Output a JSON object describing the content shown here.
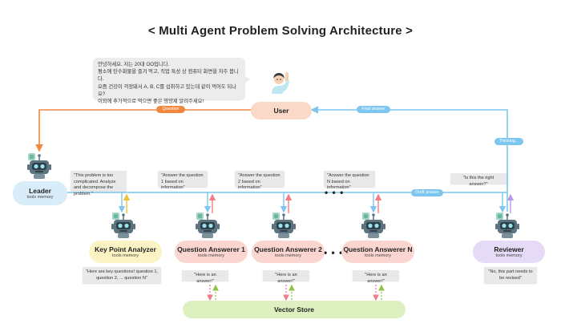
{
  "title": "< Multi Agent  Problem Solving Architecture >",
  "user_message": [
    "안녕하세요.  저는 20대 OO입니다.",
    "평소에 탄수화물을 즐겨 먹고, 직업 특성 상 컴퓨터 화면을 자주 봅니다.",
    "요즘 건강이 걱정돼서 A, B, C를 섭취하고 있는데 같이 먹어도 되나요?",
    "이외에 추가적으로 먹으면 좋은 영양제 알려주세요!"
  ],
  "nodes": {
    "user": {
      "name": "User"
    },
    "leader": {
      "name": "Leader",
      "memory": "tools memory"
    },
    "analyzer": {
      "name": "Key Point Analyzer",
      "memory": "tools memory"
    },
    "qa1": {
      "name": "Question Answerer 1",
      "memory": "tools memory"
    },
    "qa2": {
      "name": "Question Answerer 2",
      "memory": "tools memory"
    },
    "qan": {
      "name": "Question Answerer N",
      "memory": "tools memory"
    },
    "reviewer": {
      "name": "Reviewer",
      "memory": "tools memory"
    },
    "vector_store": {
      "name": "Vector Store"
    }
  },
  "edge_labels": {
    "question": "Question",
    "final_answer": "Final answer",
    "thinking": "Thinking...",
    "draft_answer": "Draft answer"
  },
  "notes": {
    "leader": "\"This problem is too complicated. Analyze and decompose the problem.\"",
    "q1": "\"Answer the question 1 based on information\"",
    "q2": "\"Answer the question 2 based on information\"",
    "qn": "\"Answer the question N based on information\"",
    "reviewer_q": "\"Is this the right answer?\"",
    "analyzer_out": "\"Here are key questions! question 1, question 2, ... question N\"",
    "qa1_out": "\"Here is an answer!\"",
    "qa2_out": "\"Here is an answer!\"",
    "qan_out": "\"Here is an answer!\"",
    "reviewer_out": "\"No, this part needs to be revised\""
  },
  "ellipsis": "• • •",
  "colors": {
    "user_fill": "#fbd9c9",
    "leader_fill": "#d9ecf9",
    "analyzer_fill": "#fcf3c4",
    "qa_fill": "#fbd6d1",
    "reviewer_fill": "#e5dbf6",
    "vector_fill": "#dff0c0",
    "orange": "#f0883e",
    "blue": "#7cc6ef",
    "purple": "#b79be6",
    "green": "#8fc648",
    "pink": "#ef7f86",
    "robot_body": "#5b7480",
    "robot_eye": "#9be2f0"
  },
  "icons": {
    "agent": "robot-icon",
    "user": "person-raising-hand-icon"
  }
}
